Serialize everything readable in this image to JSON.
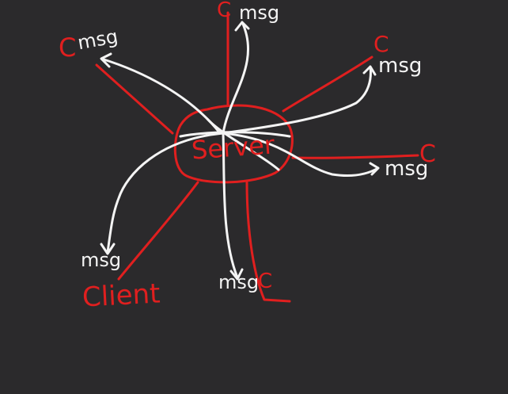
{
  "colors": {
    "background": "#2b2a2c",
    "client_ink": "#e01f1f",
    "message_ink": "#f4f4f4"
  },
  "server": {
    "label": "Server"
  },
  "client_marker": "C",
  "client_label": "Client",
  "message_label": "msg",
  "clients": [
    {
      "id": "top-left"
    },
    {
      "id": "top"
    },
    {
      "id": "top-right"
    },
    {
      "id": "right"
    },
    {
      "id": "bottom"
    },
    {
      "id": "bottom-left"
    }
  ]
}
